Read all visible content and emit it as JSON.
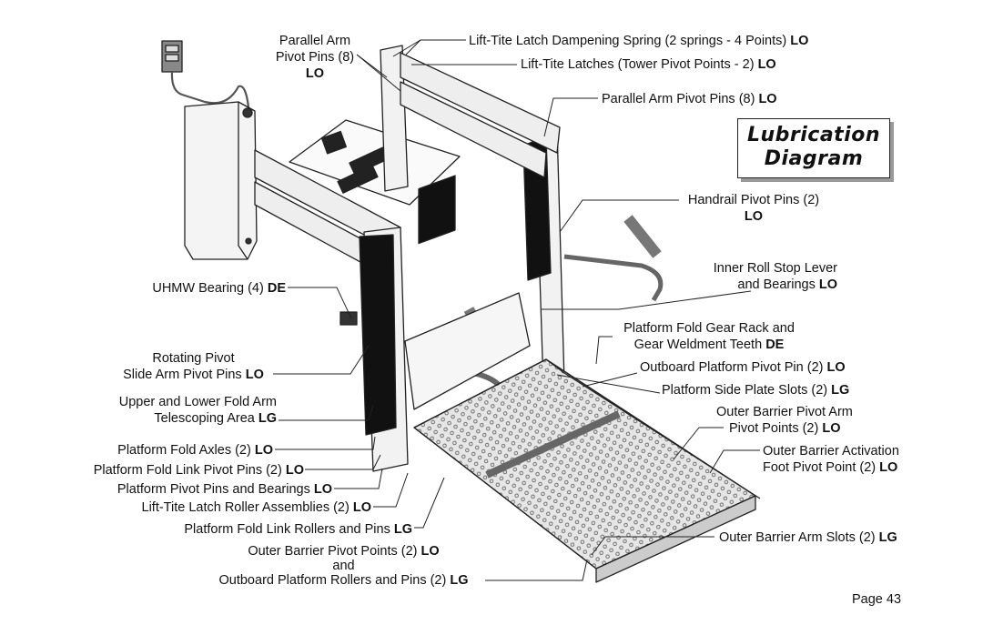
{
  "title": {
    "line1": "Lubrication",
    "line2": "Diagram"
  },
  "labels": {
    "parallel_arm_left": {
      "text": "Parallel Arm Pivot Pins (8)",
      "line1": "Parallel Arm",
      "line2": "Pivot Pins (8)",
      "code": "LO"
    },
    "latch_spring": {
      "text": "Lift-Tite Latch Dampening Spring (2 springs - 4 Points)",
      "code": "LO"
    },
    "latches": {
      "text": "Lift-Tite Latches (Tower Pivot Points - 2)",
      "code": "LO"
    },
    "parallel_arm_right": {
      "text": "Parallel Arm Pivot Pins (8)",
      "code": "LO"
    },
    "handrail": {
      "text": "Handrail Pivot Pins (2)",
      "code": "LO"
    },
    "inner_roll": {
      "line1": "Inner Roll Stop Lever",
      "line2": "and Bearings",
      "code": "LO"
    },
    "uhmw": {
      "text": "UHMW Bearing (4)",
      "code": "DE"
    },
    "fold_gear": {
      "line1": "Platform Fold Gear Rack and",
      "line2": "Gear Weldment Teeth",
      "code": "DE"
    },
    "rotating_pivot": {
      "line1": "Rotating Pivot",
      "line2": "Slide Arm Pivot Pins",
      "code": "LO"
    },
    "outboard_pivot_pin": {
      "text": "Outboard Platform Pivot Pin (2)",
      "code": "LO"
    },
    "side_plate": {
      "text": "Platform Side Plate Slots (2)",
      "code": "LG"
    },
    "telescoping": {
      "line1": "Upper and Lower Fold Arm",
      "line2": "Telescoping Area",
      "code": "LG"
    },
    "outer_barrier_pivot_arm": {
      "line1": "Outer Barrier Pivot Arm",
      "line2": "Pivot Points (2)",
      "code": "LO"
    },
    "fold_axles": {
      "text": "Platform Fold Axles (2)",
      "code": "LO"
    },
    "outer_barrier_activation": {
      "line1": "Outer Barrier Activation",
      "line2": "Foot Pivot Point (2)",
      "code": "LO"
    },
    "fold_link_pins": {
      "text": "Platform Fold Link Pivot Pins (2)",
      "code": "LO"
    },
    "platform_pivot": {
      "text": "Platform Pivot Pins and Bearings",
      "code": "LO"
    },
    "latch_roller": {
      "text": "Lift-Tite Latch Roller Assemblies (2)",
      "code": "LO"
    },
    "fold_link_rollers": {
      "text": "Platform Fold Link Rollers and Pins",
      "code": "LG"
    },
    "outer_barrier_arm_slots": {
      "text": "Outer Barrier Arm Slots (2)",
      "code": "LG"
    },
    "outer_barrier_pivot_points": {
      "line1": "Outer Barrier Pivot Points (2)",
      "line2": "and",
      "line3": "Outboard Platform Rollers and Pins (2)",
      "code1": "LO",
      "code3": "LG"
    }
  },
  "page": "Page 43"
}
